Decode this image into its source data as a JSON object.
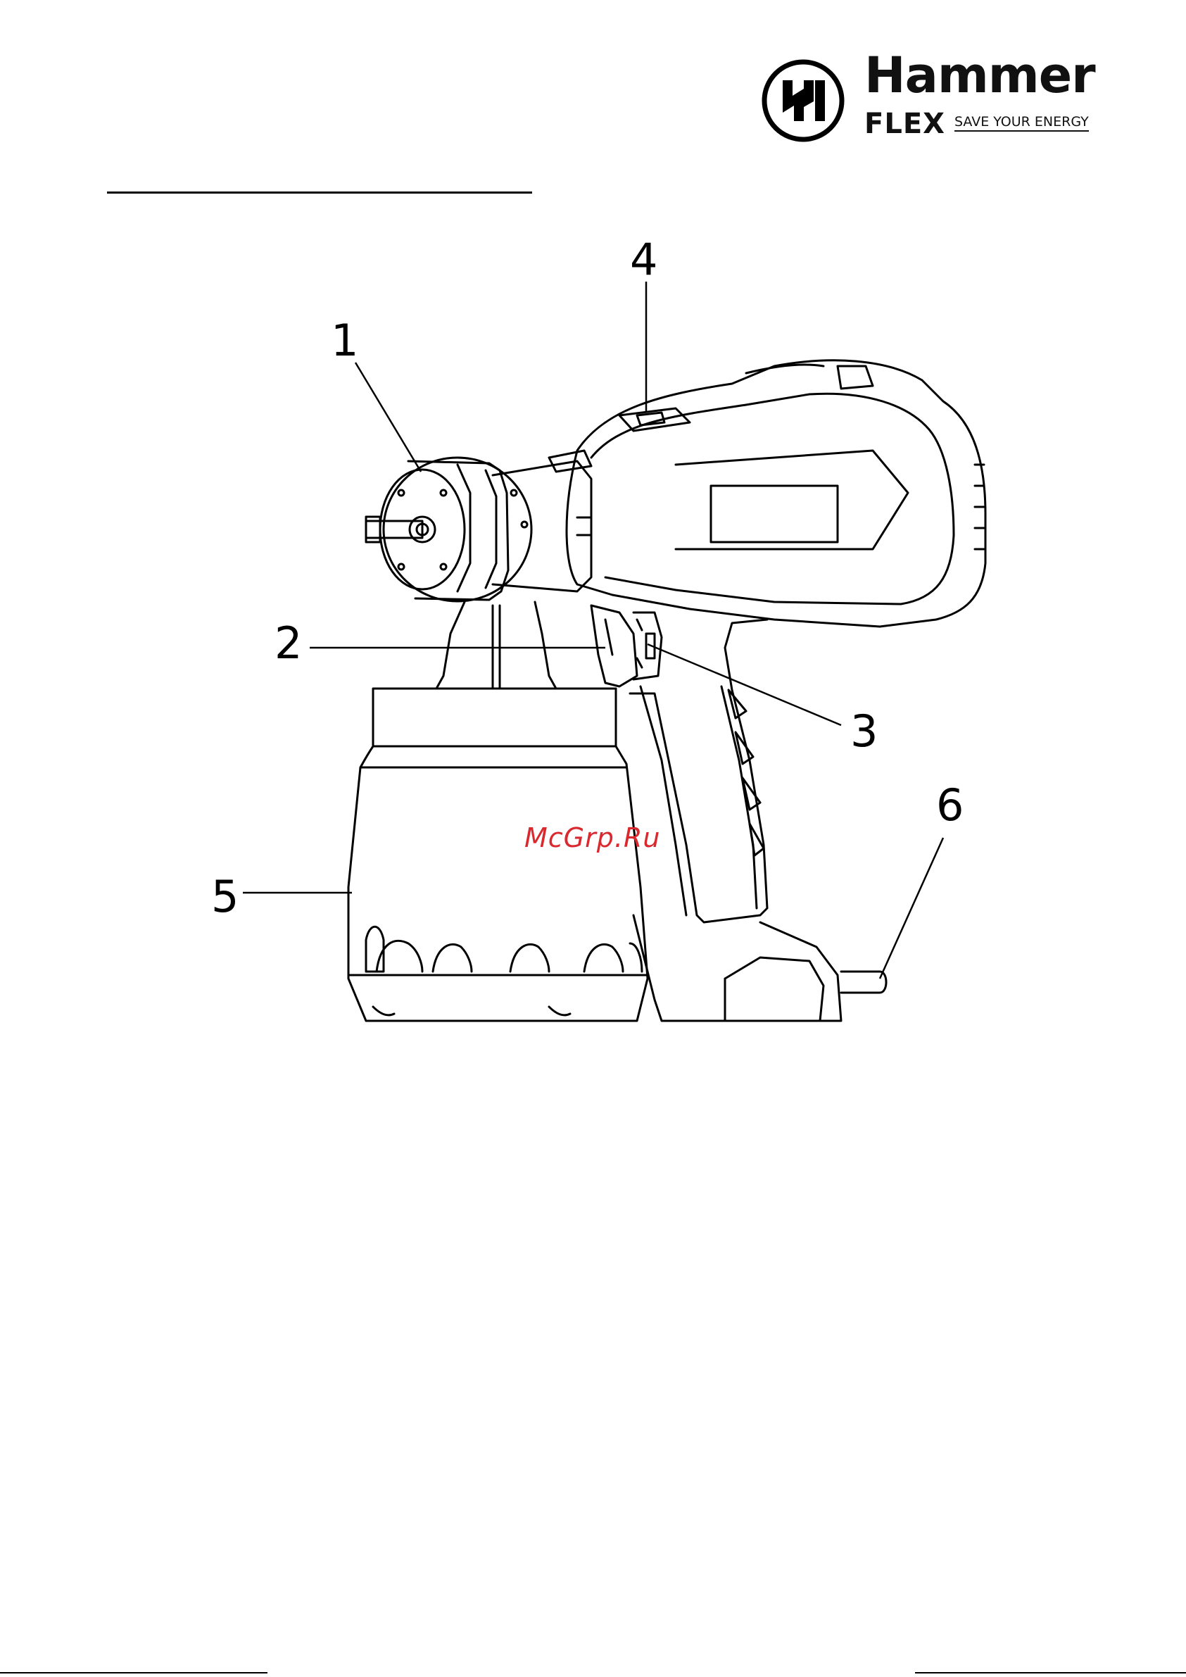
{
  "brand": {
    "name": "Hammer",
    "sub": "FLEX",
    "slogan": "SAVE YOUR ENERGY"
  },
  "watermark": "McGrp.Ru",
  "callouts": [
    {
      "id": "1",
      "label": "1"
    },
    {
      "id": "2",
      "label": "2"
    },
    {
      "id": "3",
      "label": "3"
    },
    {
      "id": "4",
      "label": "4"
    },
    {
      "id": "5",
      "label": "5"
    },
    {
      "id": "6",
      "label": "6"
    }
  ],
  "colors": {
    "line": "#000000",
    "watermark": "#d9282e",
    "background": "#ffffff"
  }
}
